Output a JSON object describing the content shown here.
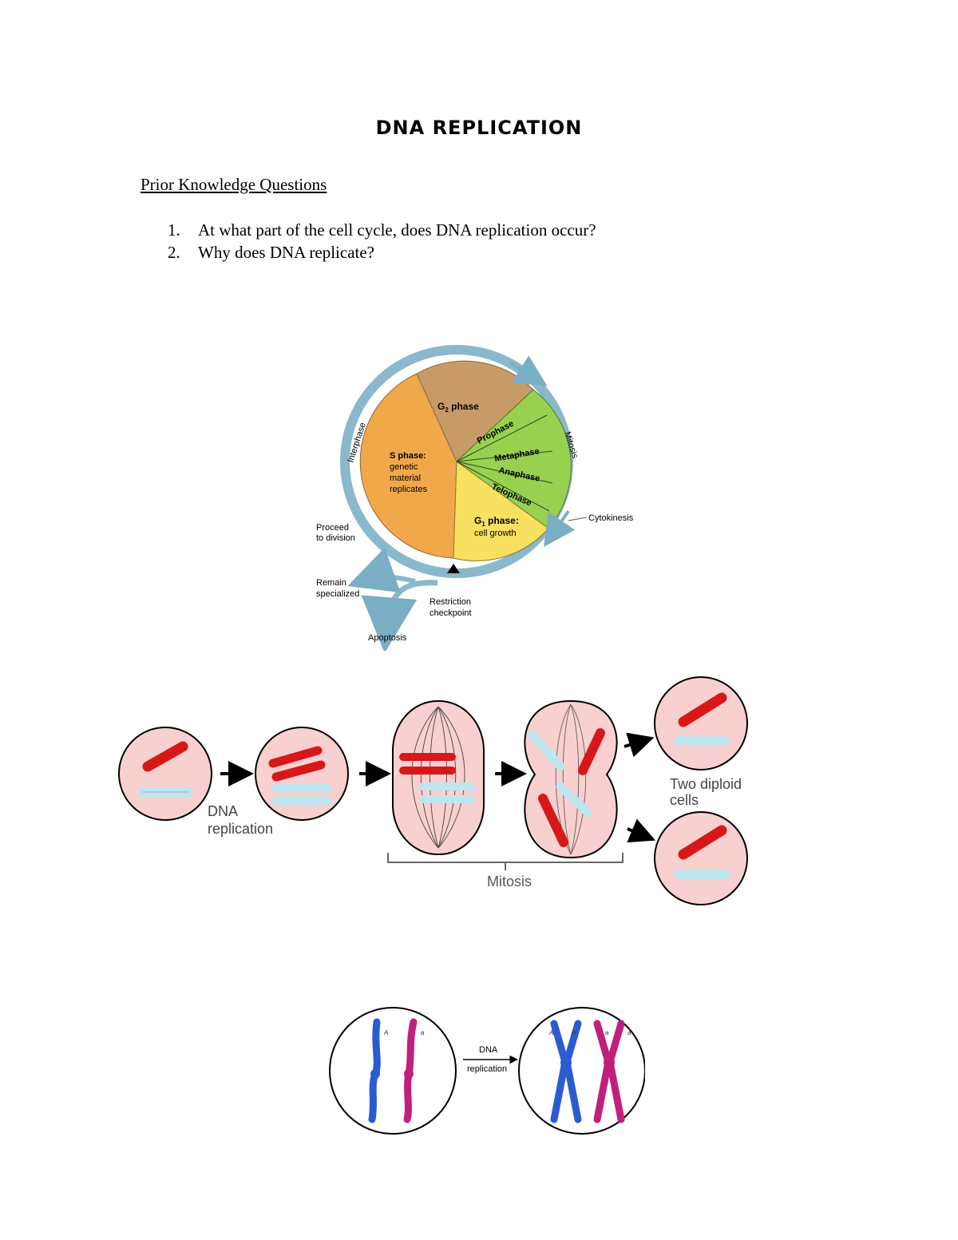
{
  "title": "DNA REPLICATION",
  "prior_knowledge": {
    "heading": "Prior Knowledge Questions",
    "questions": [
      {
        "number": "1.",
        "text": "At what part of the cell cycle, does DNA replication occur?"
      },
      {
        "number": "2.",
        "text": "Why does DNA replicate?"
      }
    ]
  },
  "cell_cycle_figure": {
    "g2": "G",
    "g2_sub": "2",
    "g2_rest": " phase",
    "s_line1": "S phase:",
    "s_line2": "genetic",
    "s_line3": "material",
    "s_line4": "replicates",
    "g1": "G",
    "g1_sub": "1",
    "g1_rest": " phase:",
    "g1_line2": "cell growth",
    "prophase": "Prophase",
    "metaphase": "Metaphase",
    "anaphase": "Anaphase",
    "telophase": "Telophase",
    "interphase": "Interphase",
    "mitosis": "Mitosis",
    "cytokinesis": "Cytokinesis",
    "proceed_line1": "Proceed",
    "proceed_line2": "to division",
    "remain_line1": "Remain",
    "remain_line2": "specialized",
    "restriction_line1": "Restriction",
    "restriction_line2": "checkpoint",
    "apoptosis": "Apoptosis",
    "colors": {
      "s_phase": "#f0a848",
      "g2_phase": "#c89a68",
      "g1_phase": "#f8e060",
      "mitosis": "#98d050",
      "ring": "#8ab8cc"
    }
  },
  "mitosis_figure": {
    "dna_line1": "DNA",
    "dna_line2": "replication",
    "two_line1": "Two diploid",
    "two_line2": "cells",
    "mitosis_label": "Mitosis",
    "colors": {
      "cell": "#f8d0d0",
      "red_chromosome": "#d81818",
      "blue_chromosome": "#bfe6ee"
    }
  },
  "chromosome_figure": {
    "dna": "DNA",
    "replication": "replication",
    "allele_A": "A",
    "allele_a": "a",
    "colors": {
      "blue": "#2a5bd0",
      "magenta": "#c0207a"
    }
  }
}
